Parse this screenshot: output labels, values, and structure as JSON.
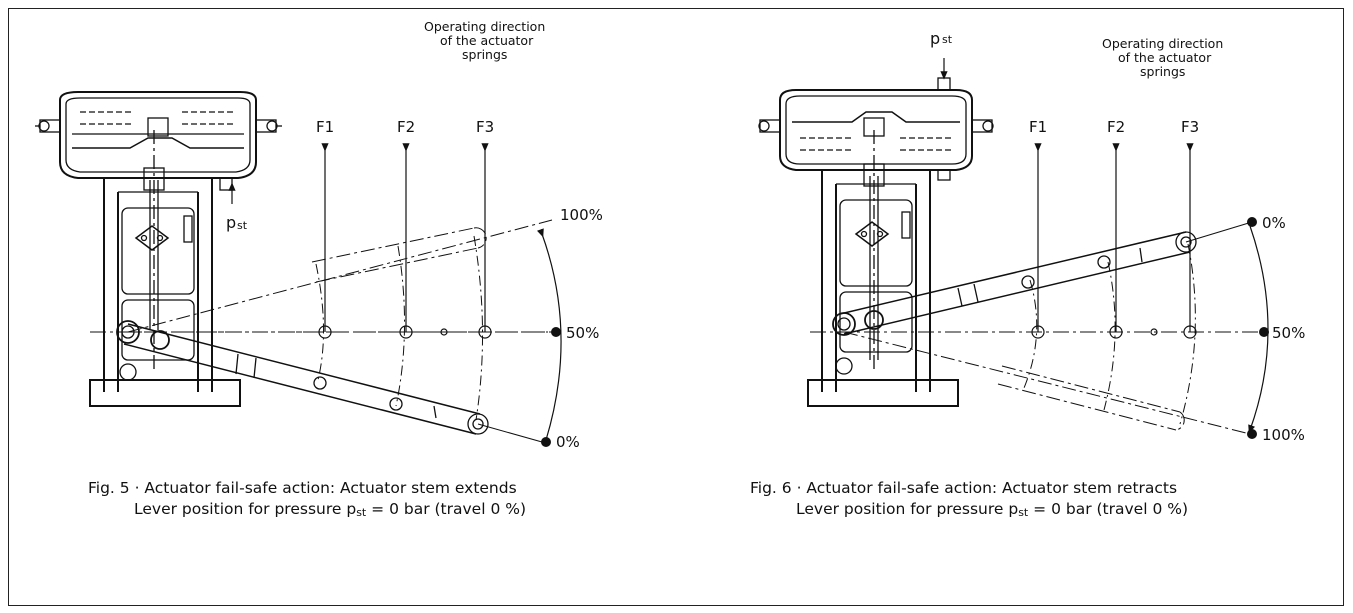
{
  "fig5": {
    "direction_note": [
      "Operating direction",
      "of the actuator",
      "springs"
    ],
    "pressure_label": "p",
    "pressure_sub": "st",
    "forces": [
      "F1",
      "F2",
      "F3"
    ],
    "positions": {
      "top": "100%",
      "mid": "50%",
      "bottom": "0%"
    },
    "caption_line1": "Fig. 5 · Actuator fail-safe action: Actuator stem extends",
    "caption_line2_pre": "Lever position for pressure p",
    "caption_line2_sub": "st",
    "caption_line2_post": " = 0 bar (travel 0 %)"
  },
  "fig6": {
    "direction_note": [
      "Operating direction",
      "of the actuator",
      "springs"
    ],
    "pressure_label": "p",
    "pressure_sub": "st",
    "forces": [
      "F1",
      "F2",
      "F3"
    ],
    "positions": {
      "top": "0%",
      "mid": "50%",
      "bottom": "100%"
    },
    "caption_line1": "Fig. 6 · Actuator fail-safe action: Actuator stem retracts",
    "caption_line2_pre": "Lever position for  pressure p",
    "caption_line2_sub": "st",
    "caption_line2_post": " = 0 bar (travel 0 %)"
  }
}
